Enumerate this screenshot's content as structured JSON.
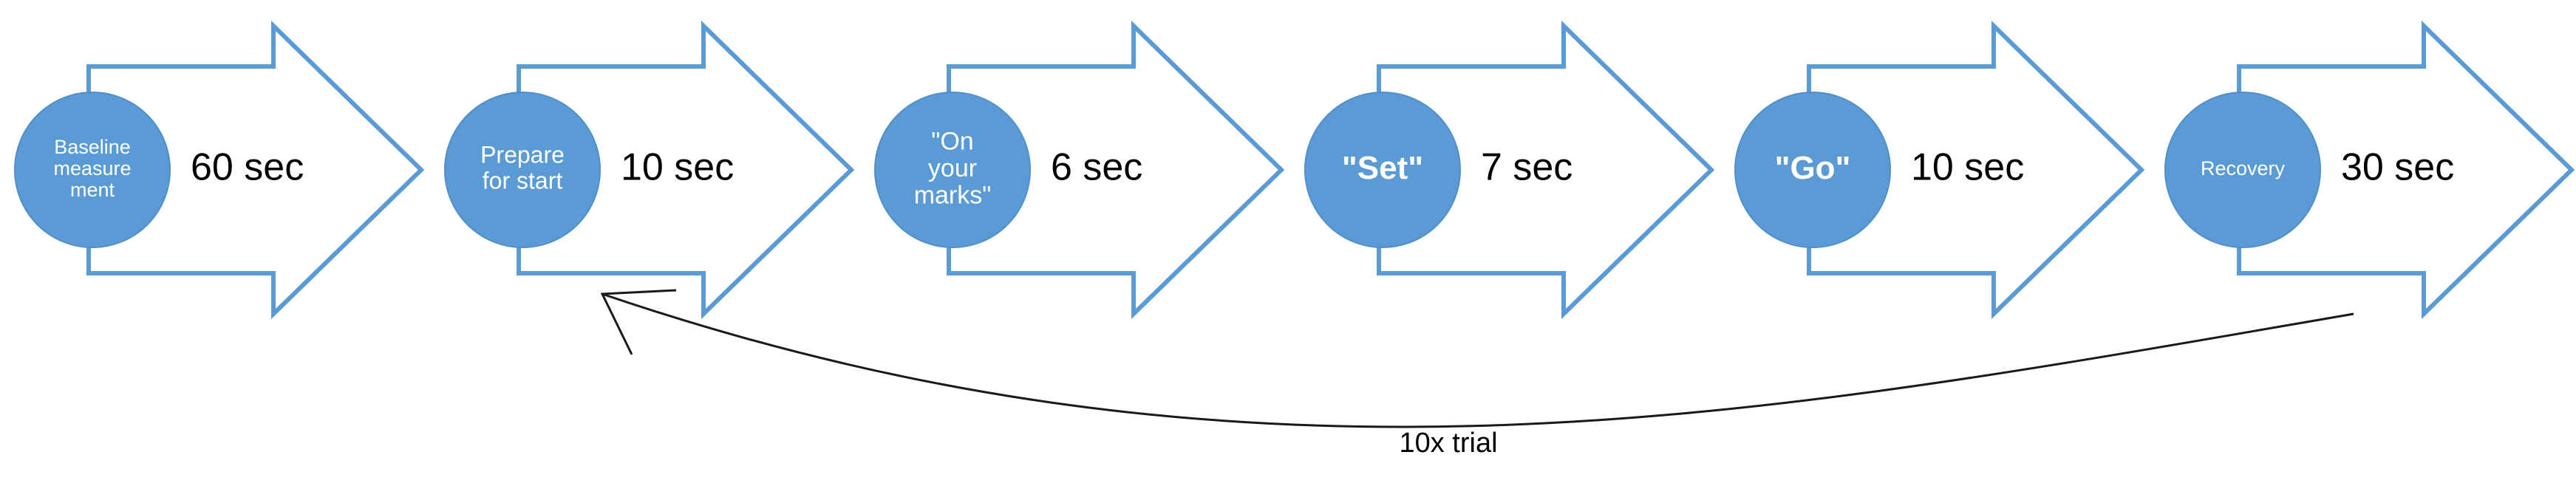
{
  "colors": {
    "accent": "#5b9bd5",
    "arrow_fill": "#ffffff",
    "text_on_accent": "#ffffff",
    "text": "#000000"
  },
  "steps": [
    {
      "name": "baseline",
      "label_lines": [
        "Baseline",
        "measure",
        "ment"
      ],
      "duration": "60 sec",
      "bold": false
    },
    {
      "name": "prepare",
      "label_lines": [
        "Prepare",
        "for start"
      ],
      "duration": "10 sec",
      "bold": false
    },
    {
      "name": "on-your-marks",
      "label_lines": [
        "\"On",
        "your",
        "marks\""
      ],
      "duration": "6 sec",
      "bold": false
    },
    {
      "name": "set",
      "label_lines": [
        "\"Set\""
      ],
      "duration": "7 sec",
      "bold": true
    },
    {
      "name": "go",
      "label_lines": [
        "\"Go\""
      ],
      "duration": "10 sec",
      "bold": true
    },
    {
      "name": "recovery",
      "label_lines": [
        "Recovery"
      ],
      "duration": "30 sec",
      "bold": false
    }
  ],
  "loop": {
    "label": "10x trial",
    "from_step": "recovery",
    "to_step": "prepare"
  }
}
